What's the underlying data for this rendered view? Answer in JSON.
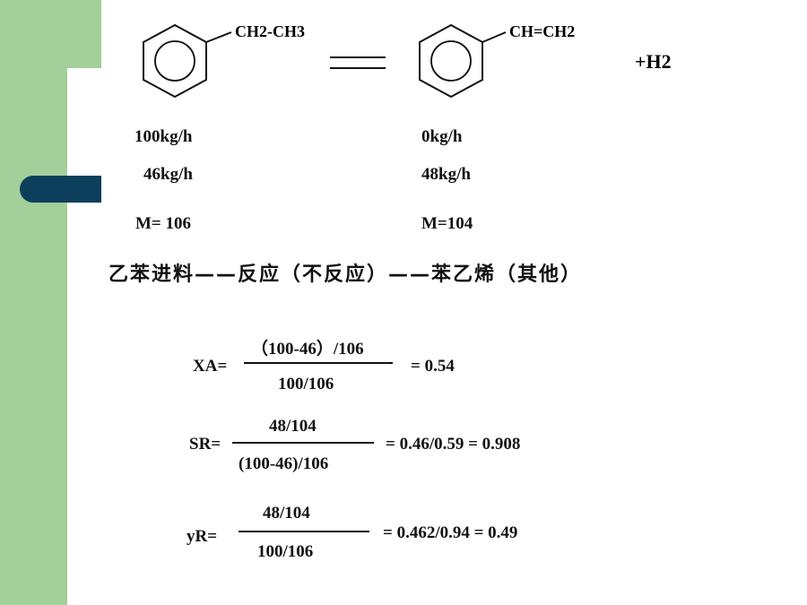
{
  "colors": {
    "green": "#a3cf9a",
    "navy": "#0b3f5c"
  },
  "reaction": {
    "reactant_group": "CH2-CH3",
    "product_group": "CH=CH2",
    "byproduct": "+H2"
  },
  "flows": {
    "reactant_feed": "100kg/h",
    "reactant_out": "46kg/h",
    "reactant_mw": "M= 106",
    "product_feed": "0kg/h",
    "product_out": "48kg/h",
    "product_mw": "M=104"
  },
  "description": "乙苯进料——反应（不反应）——苯乙烯（其他）",
  "formulas": {
    "xa": {
      "label": "XA=",
      "numerator": "（100-46）/106",
      "denominator": "100/106",
      "result": "=  0.54"
    },
    "sr": {
      "label": "SR=",
      "numerator": "48/104",
      "denominator": "(100-46)/106",
      "result": "= 0.46/0.59 = 0.908"
    },
    "yr": {
      "label": "yR=",
      "numerator": "48/104",
      "denominator": "100/106",
      "result": "=   0.462/0.94 = 0.49"
    }
  }
}
